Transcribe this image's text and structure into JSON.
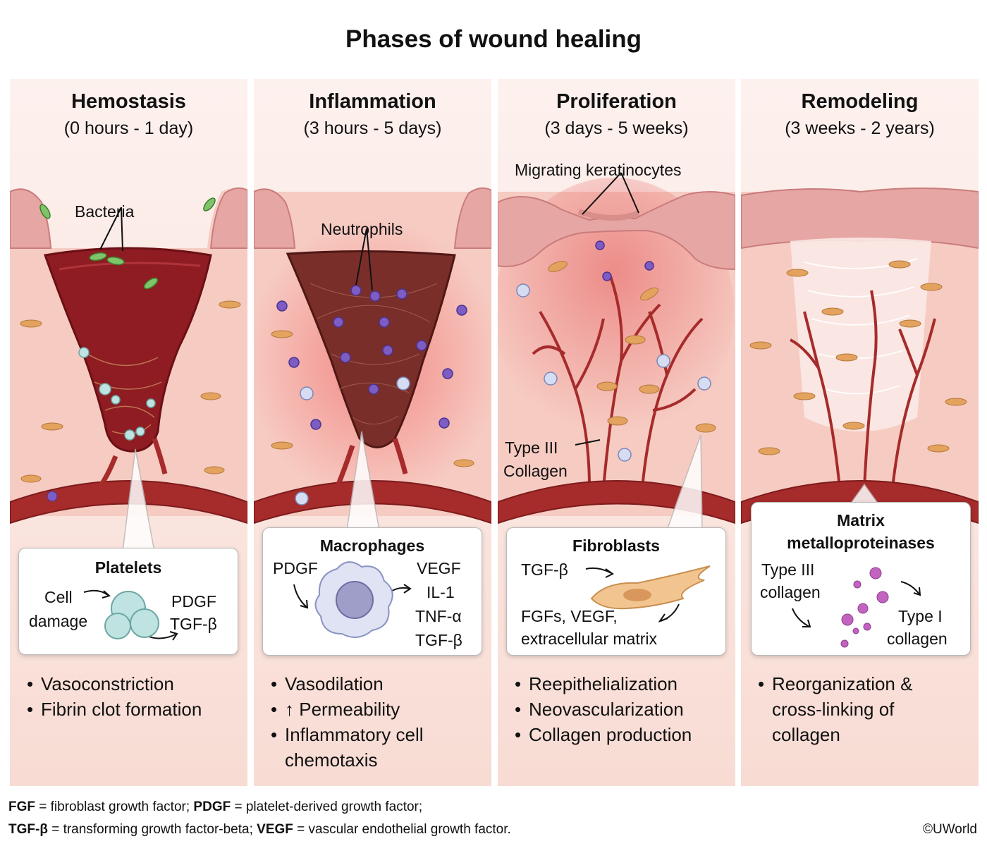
{
  "title": "Phases of wound healing",
  "phases": [
    {
      "name": "Hemostasis",
      "time": "(0 hours - 1 day)",
      "labels": [
        "Bacteria"
      ],
      "box": {
        "title": "Platelets",
        "left": [
          "Cell",
          "damage"
        ],
        "right": [
          "PDGF",
          "TGF-β"
        ]
      },
      "bullets": [
        "Vasoconstriction",
        "Fibrin clot formation"
      ]
    },
    {
      "name": "Inflammation",
      "time": "(3 hours - 5 days)",
      "labels": [
        "Neutrophils"
      ],
      "box": {
        "title": "Macrophages",
        "left": [
          "PDGF"
        ],
        "right": [
          "VEGF",
          "IL-1",
          "TNF-α",
          "TGF-β"
        ]
      },
      "bullets": [
        "Vasodilation",
        "↑ Permeability",
        "Inflammatory cell",
        "chemotaxis"
      ]
    },
    {
      "name": "Proliferation",
      "time": "(3 days - 5 weeks)",
      "labels": [
        "Migrating keratinocytes",
        "Type III",
        "Collagen"
      ],
      "box": {
        "title": "Fibroblasts",
        "left": [
          "TGF-β"
        ],
        "right": [
          "FGFs, VEGF,",
          "extracellular matrix"
        ]
      },
      "bullets": [
        "Reepithelialization",
        "Neovascularization",
        "Collagen production"
      ]
    },
    {
      "name": "Remodeling",
      "time": "(3 weeks - 2 years)",
      "labels": [],
      "box": {
        "title": [
          "Matrix",
          "metalloproteinases"
        ],
        "left": [
          "Type III",
          "collagen"
        ],
        "right": [
          "Type I",
          "collagen"
        ]
      },
      "bullets": [
        "Reorganization &",
        "cross-linking of",
        "collagen"
      ]
    }
  ],
  "footnote": {
    "line1": [
      {
        "abbr": "FGF",
        "def": " = fibroblast growth factor; "
      },
      {
        "abbr": "PDGF",
        "def": " = platelet-derived growth factor;"
      }
    ],
    "line2": [
      {
        "abbr": "TGF-β",
        "def": " = transforming growth factor-beta; "
      },
      {
        "abbr": "VEGF",
        "def": " = vascular endothelial growth factor."
      }
    ]
  },
  "copyright": "©UWorld",
  "colors": {
    "panel_bg": "#fbe7e1",
    "skin": "#e8a3a0",
    "clot": "#8e1c22",
    "vessel": "#a62b2b",
    "neutrophil": "#7d5cc4",
    "fibroblast": "#e3a35e",
    "mmp": "#c363c1"
  }
}
